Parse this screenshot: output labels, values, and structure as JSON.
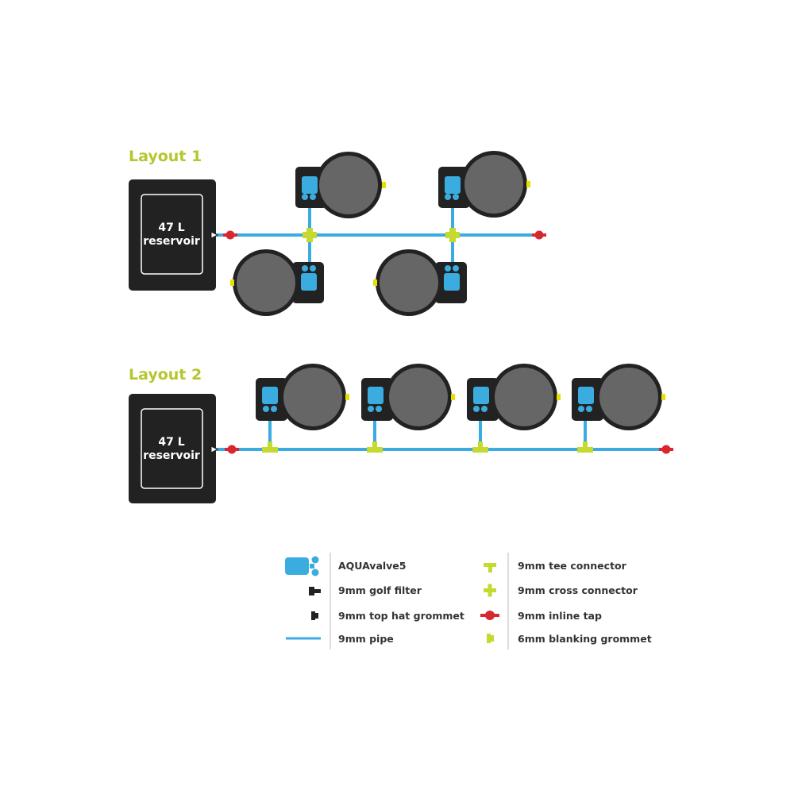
{
  "layouts": [
    {
      "title": "Layout 1",
      "reservoir": {
        "line1": "47 L",
        "line2": "reservoir"
      }
    },
    {
      "title": "Layout 2",
      "reservoir": {
        "line1": "47 L",
        "line2": "reservoir"
      }
    }
  ],
  "legend": {
    "left": [
      {
        "icon": "aquavalve-icon",
        "label": "AQUAvalve5"
      },
      {
        "icon": "golf-filter-icon",
        "label": "9mm golf filter"
      },
      {
        "icon": "top-hat-grommet-icon",
        "label": "9mm top hat grommet"
      },
      {
        "icon": "pipe-icon",
        "label": "9mm pipe"
      }
    ],
    "right": [
      {
        "icon": "tee-connector-icon",
        "label": "9mm tee connector"
      },
      {
        "icon": "cross-connector-icon",
        "label": "9mm cross connector"
      },
      {
        "icon": "inline-tap-icon",
        "label": "9mm inline tap"
      },
      {
        "icon": "blanking-grommet-icon",
        "label": "6mm blanking grommet"
      }
    ]
  },
  "colors": {
    "title": "#b5c62e",
    "reservoir": "#222222",
    "pot": "#666666",
    "valve": "#3aace0",
    "pipe": "#3aace0",
    "connector": "#c5d92e",
    "tap": "#d7282f",
    "grommet": "#e6e000",
    "text": "#333333"
  }
}
